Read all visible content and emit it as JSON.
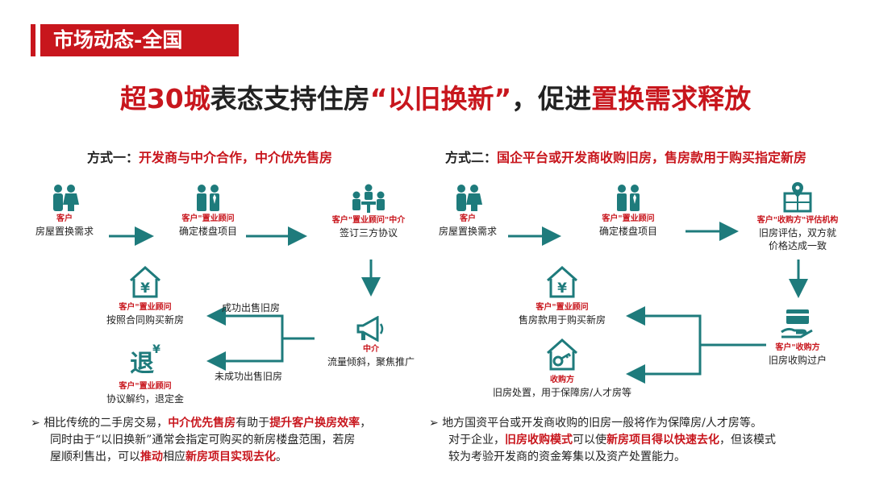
{
  "header": {
    "tag": "市场动态-全国"
  },
  "title": {
    "part1": "超30城",
    "part2": "表态支持住房",
    "part3": "“以旧换新”",
    "part4": "，促进",
    "part5": "置换需求释放"
  },
  "method1": {
    "label": "方式一：",
    "text": "开发商与中介合作，中介优先售房",
    "nodes": {
      "n1": {
        "role": "客户",
        "desc": "房屋置换需求"
      },
      "n2": {
        "role": "客户\"置业顾问",
        "desc": "确定楼盘项目"
      },
      "n3": {
        "role": "客户\"置业顾问\"中介",
        "desc": "签订三方协议"
      },
      "n4": {
        "role": "中介",
        "desc": "流量倾斜，聚焦推广"
      },
      "n5": {
        "role": "客户\"置业顾问",
        "desc": "按照合同购买新房"
      },
      "n6": {
        "role": "客户\"置业顾问",
        "desc": "协议解约，退定金"
      }
    },
    "arrow_success": "成功出售旧房",
    "arrow_fail": "未成功出售旧房",
    "tui": "退"
  },
  "method2": {
    "label": "方式二：",
    "text": "国企平台或开发商收购旧房，售房款用于购买指定新房",
    "nodes": {
      "n1": {
        "role": "客户",
        "desc": "房屋置换需求"
      },
      "n2": {
        "role": "客户\"置业顾问",
        "desc": "确定楼盘项目"
      },
      "n3": {
        "role": "客户\"收购方\"评估机构",
        "desc1": "旧房评估，双方就",
        "desc2": "价格达成一致"
      },
      "n4": {
        "role": "客户\"收购方",
        "desc": "旧房收购过户"
      },
      "n5": {
        "role": "客户\"置业顾问",
        "desc": "售房款用于购买新房"
      },
      "n6": {
        "role": "收购方",
        "desc": "旧房处置，用于保障房/人才房等"
      }
    }
  },
  "bottom_left": {
    "bullet": "➢",
    "t1": "相比传统的二手房交易，",
    "b1": "中介优先售房",
    "t2": "有助于",
    "b2": "提升客户换房效率",
    "t3": "，",
    "t4": "同时由于“以旧换新”通常会指定可购买的新房楼盘范围，若房",
    "t5": "屋顺利售出，可以",
    "b3": "推动",
    "t6": "相应",
    "b4": "新房项目实现去化",
    "t7": "。"
  },
  "bottom_right": {
    "bullet": "➢",
    "t1": "地方国资平台或开发商收购的旧房一般将作为保障房/人才房等。",
    "t2": "对于企业，",
    "b1": "旧房收购模式",
    "t3": "可以使",
    "b2": "新房项目得以快速去化",
    "t4": "，但该模式",
    "t5": "较为考验开发商的资金筹集以及资产处置能力。"
  },
  "colors": {
    "accent": "#c8161d",
    "teal": "#1e7b7c"
  },
  "icons": [
    "people-icon",
    "consultant-icon",
    "meeting-icon",
    "megaphone-icon",
    "house-yen-icon",
    "refund-icon",
    "map-pin-icon",
    "card-hand-icon",
    "house-key-icon"
  ]
}
